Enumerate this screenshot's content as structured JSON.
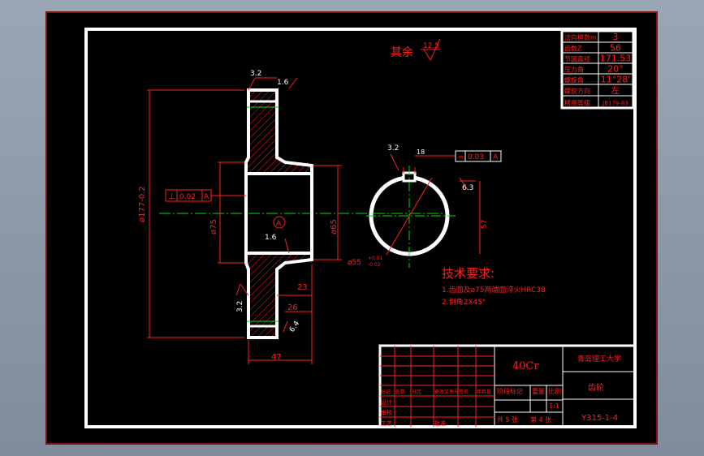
{
  "surface_note_label": "其余",
  "surface_note_value": "12.5",
  "gear_params": [
    {
      "label": "法向模数m",
      "value": "3"
    },
    {
      "label": "齿数Z",
      "value": "56"
    },
    {
      "label": "节圆直径",
      "value": "171.53"
    },
    {
      "label": "压力角",
      "value": "20°"
    },
    {
      "label": "螺旋角",
      "value": "11°28'"
    },
    {
      "label": "螺旋方向",
      "value": "左"
    },
    {
      "label": "精度等级",
      "value": "JB179-83"
    }
  ],
  "dims": {
    "rough_top": "3.2",
    "rough_top2": "1.6",
    "outer_dia": "ø177-0.2",
    "bore": "ø75",
    "hub_dia": "ø65",
    "bore_rough": "1.6",
    "datum": "A",
    "perp_symbol": "⊥",
    "perp_value": "0.02",
    "perp_datum": "A",
    "rough_bottom": "3.2",
    "dim_23": "23",
    "dim_26": "26",
    "dim_47": "47",
    "rough_6_4": "6.4",
    "key_rough": "3.2",
    "key_width": "18",
    "sym_symbol": "=",
    "sym_value": "0.03",
    "sym_datum": "A",
    "key_rough2": "6.3",
    "keyway_depth": "57",
    "dia_55": "ø55",
    "tol_upper": "+0.01",
    "tol_lower": "-0.02"
  },
  "tech_title": "技术要求:",
  "tech_items": [
    "1.齿面及ø75两端面淬火HRC38",
    "2.倒角2X45°"
  ],
  "title_block": {
    "material": "40Cr",
    "school": "青岛理工大学",
    "part_name": "齿轮",
    "drawing_no": "Y315-1-4",
    "stage_label": "阶段标记",
    "weight_label": "重量",
    "scale_label": "比例",
    "scale_value": "1:1",
    "sheets_total": "共 5 张",
    "sheet_no": "第 4 张",
    "change_cols": [
      "标记",
      "处数",
      "分区",
      "更改文件号",
      "签名",
      "年月日"
    ],
    "sign_labels": [
      "设计",
      "审核",
      "工艺",
      "批准"
    ]
  },
  "colors": {
    "frame": "#ffffff",
    "red": "#ff2020",
    "green": "#00e000",
    "sheet": "#000000"
  }
}
